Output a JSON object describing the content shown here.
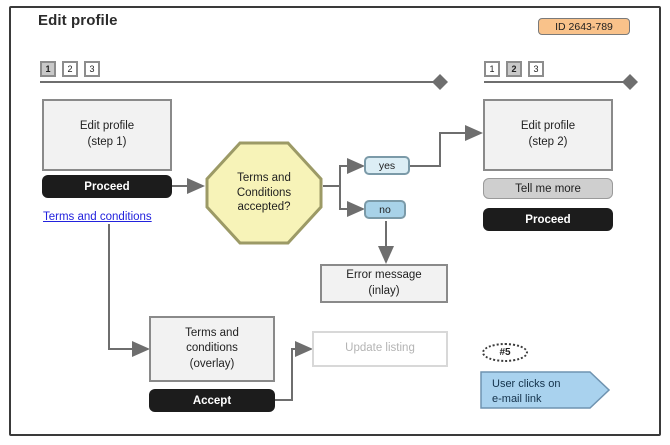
{
  "header": {
    "title": "Edit profile",
    "id_badge": "ID 2643-789",
    "badge_color": "#f9c28a"
  },
  "step_indicators": {
    "left": {
      "name": "step-indicator-left",
      "steps": [
        "1",
        "2",
        "3"
      ],
      "active_index": 0
    },
    "right": {
      "name": "step-indicator-right",
      "steps": [
        "1",
        "2",
        "3"
      ],
      "active_index": 1
    }
  },
  "nodes": {
    "edit_profile_step1": "Edit profile\n(step 1)",
    "edit_profile_step1_line1": "Edit profile",
    "edit_profile_step1_line2": "(step 1)",
    "proceed_left": "Proceed",
    "terms_link": "Terms and conditions",
    "decision_line1": "Terms and",
    "decision_line2": "Conditions",
    "decision_line3": "accepted?",
    "yes_label": "yes",
    "no_label": "no",
    "edit_profile_step2_line1": "Edit profile",
    "edit_profile_step2_line2": "(step 2)",
    "tell_me_more": "Tell me more",
    "proceed_right": "Proceed",
    "error_line1": "Error message",
    "error_line2": "(inlay)",
    "overlay_line1": "Terms and",
    "overlay_line2": "conditions",
    "overlay_line3": "(overlay)",
    "accept": "Accept",
    "update_listing": "Update listing",
    "callout_tag": "#5",
    "callout_line1": "User clicks on",
    "callout_line2": "e-mail link"
  },
  "colors": {
    "frame_border": "#3a3a3a",
    "box_fill": "#f2f2f2",
    "box_border": "#8a8a8a",
    "dark_button": "#1c1c1c",
    "grey_button": "#cfcfcf",
    "decision_fill": "#f7f3b8",
    "decision_border": "#9c9a66",
    "yes_fill": "#dceef5",
    "no_fill": "#a8d2e8",
    "link": "#2222dd",
    "callout_fill": "#a9d2ee",
    "connector": "#6e6e6e",
    "ghost_text": "#b4b4b4"
  }
}
